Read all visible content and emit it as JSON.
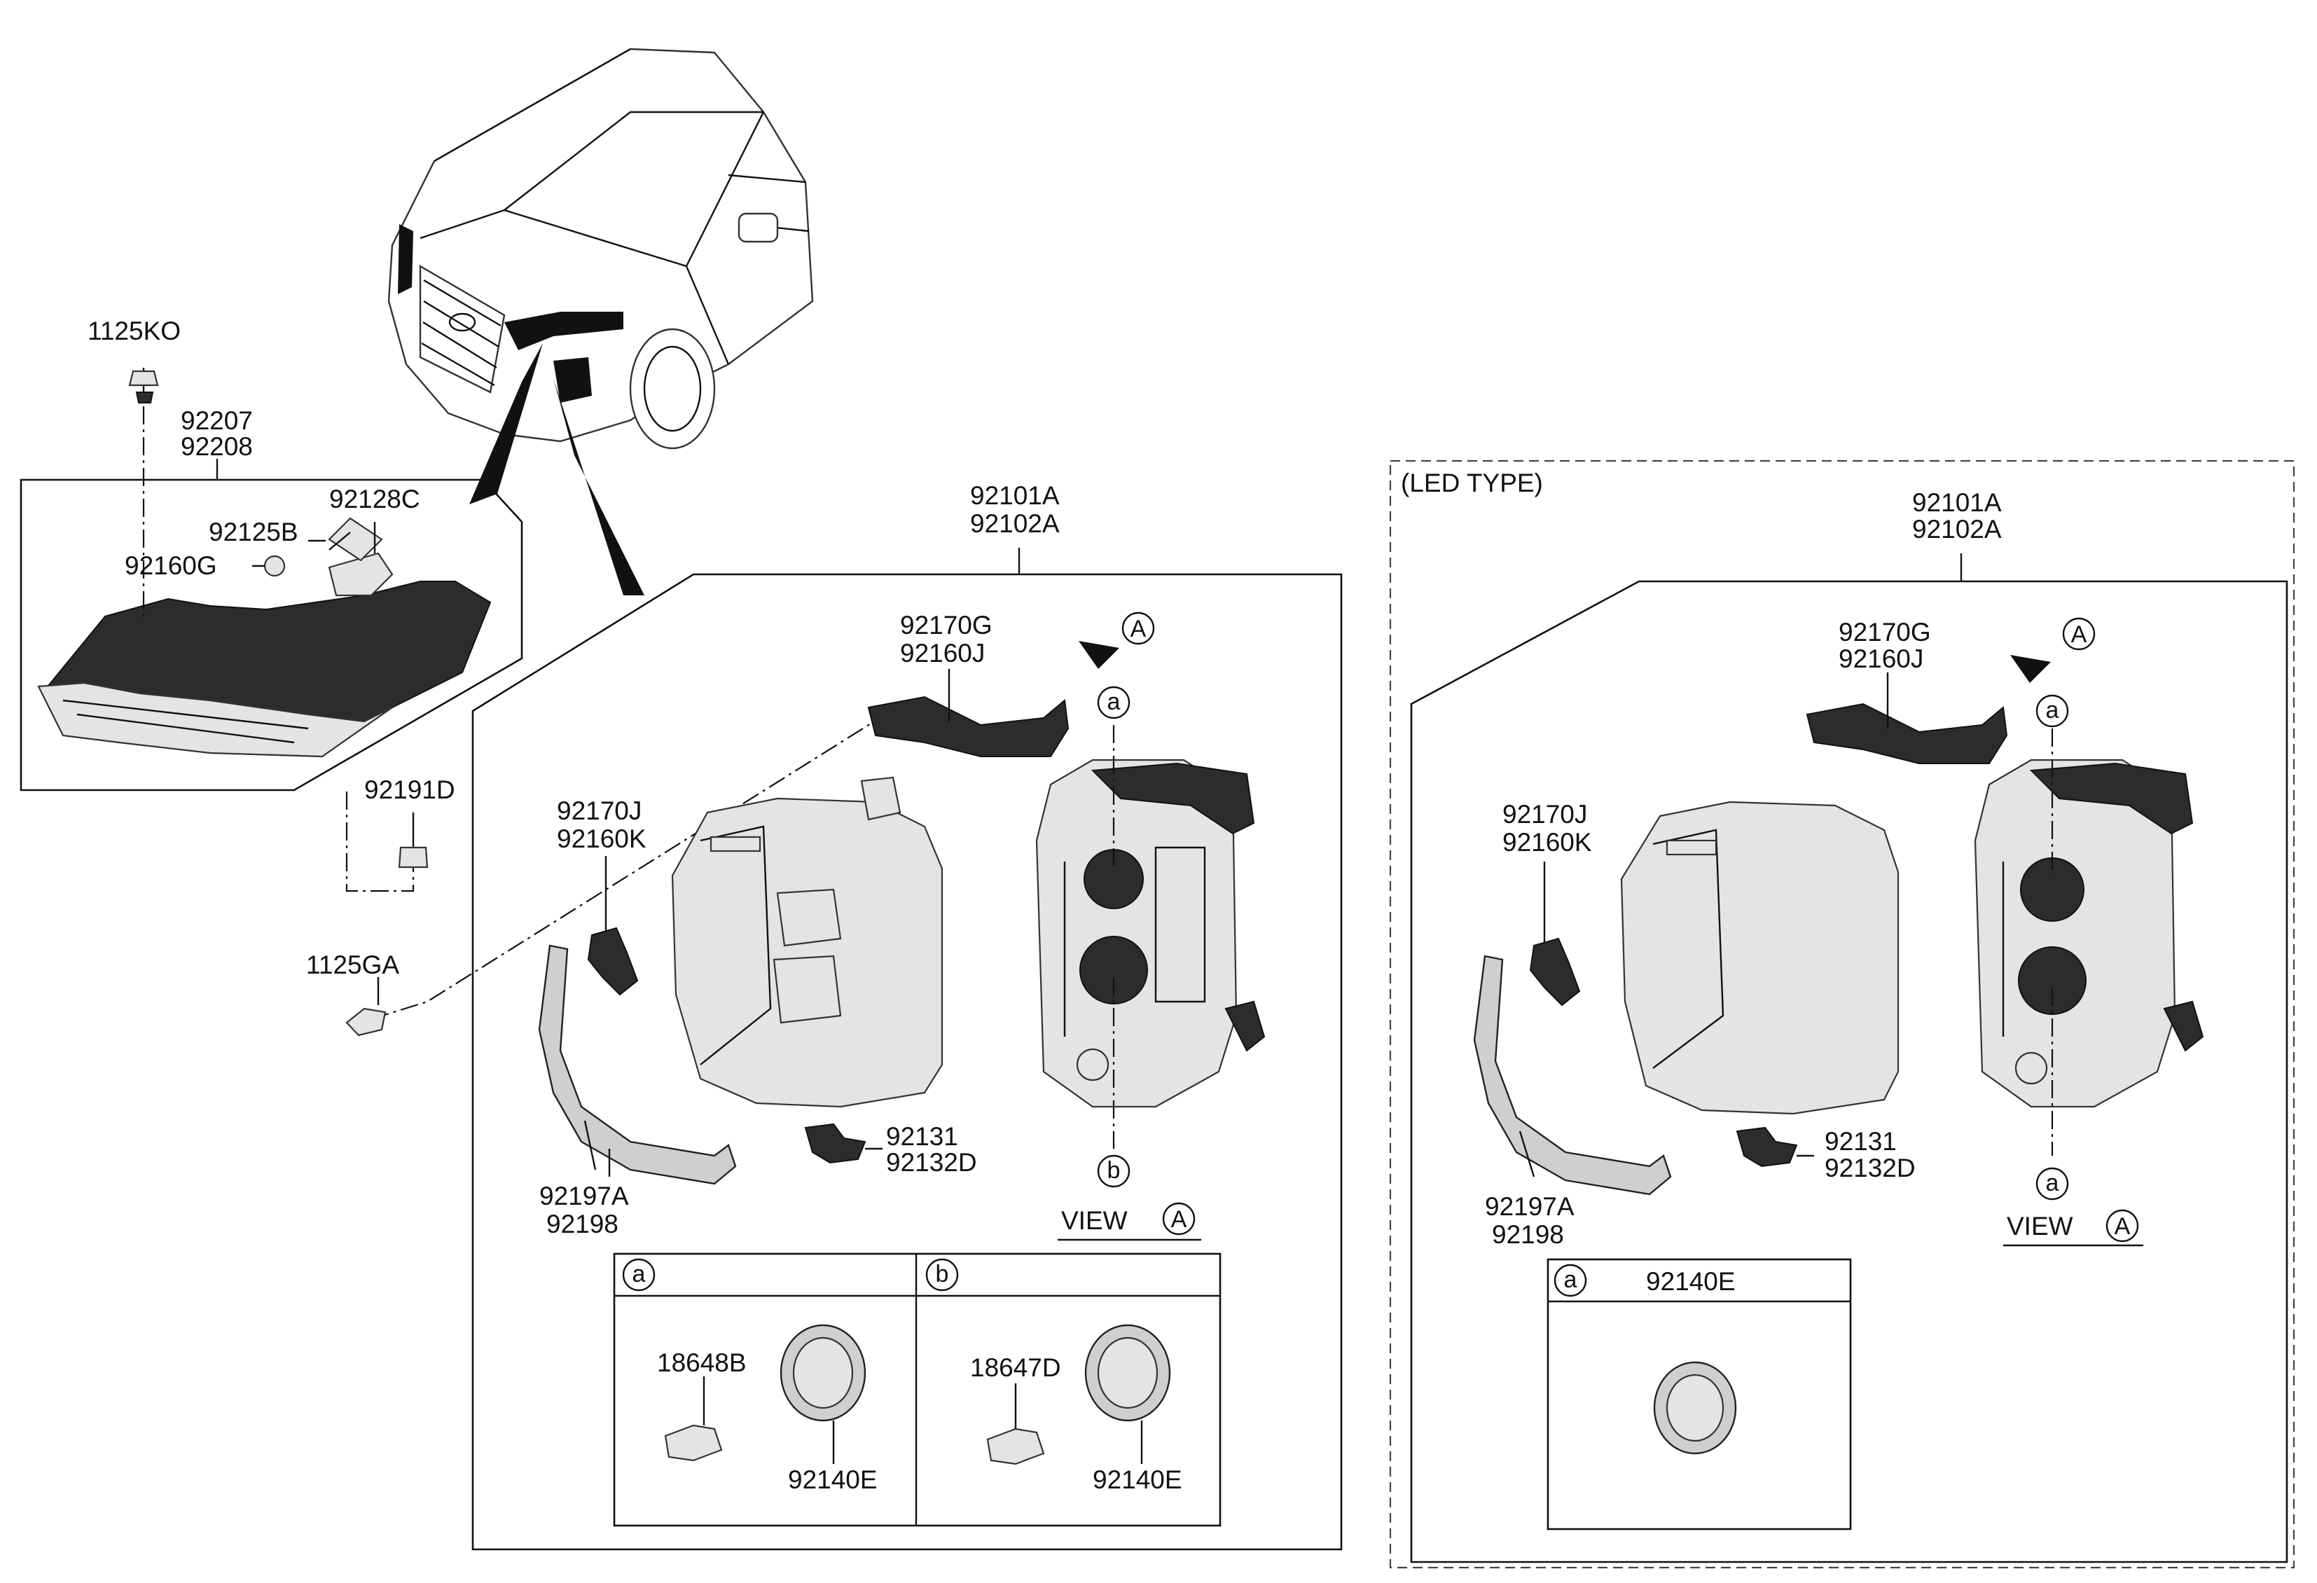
{
  "car": {
    "labels": {
      "fastener_top": "1125KO",
      "drl_lamp_1": "92207",
      "drl_lamp_2": "92208",
      "part_92128c": "92128C",
      "part_92125b": "92125B",
      "part_92160g": "92160G",
      "part_92191d": "92191D",
      "fastener_bottom": "1125GA"
    }
  },
  "halogen": {
    "assembly_1": "92101A",
    "assembly_2": "92102A",
    "bracket_top_1": "92170G",
    "bracket_top_2": "92160J",
    "bracket_side_1": "92170J",
    "bracket_side_2": "92160K",
    "bracket_lower_1": "92197A",
    "bracket_lower_2": "92198",
    "actuator_1": "92131",
    "actuator_2": "92132D",
    "view_label": "VIEW",
    "view_ref": "A",
    "ref_a": "a",
    "ref_b": "b",
    "bulb_table": {
      "col_a_ref": "a",
      "col_b_ref": "b",
      "col_a_bulb": "18648B",
      "col_a_cap": "92140E",
      "col_b_bulb": "18647D",
      "col_b_cap": "92140E"
    }
  },
  "led": {
    "section_title": "(LED TYPE)",
    "assembly_1": "92101A",
    "assembly_2": "92102A",
    "bracket_top_1": "92170G",
    "bracket_top_2": "92160J",
    "bracket_side_1": "92170J",
    "bracket_side_2": "92160K",
    "bracket_lower_1": "92197A",
    "bracket_lower_2": "92198",
    "actuator_1": "92131",
    "actuator_2": "92132D",
    "view_label": "VIEW",
    "view_ref": "A",
    "ref_a": "a",
    "cap_table": {
      "ref": "a",
      "cap": "92140E"
    }
  }
}
